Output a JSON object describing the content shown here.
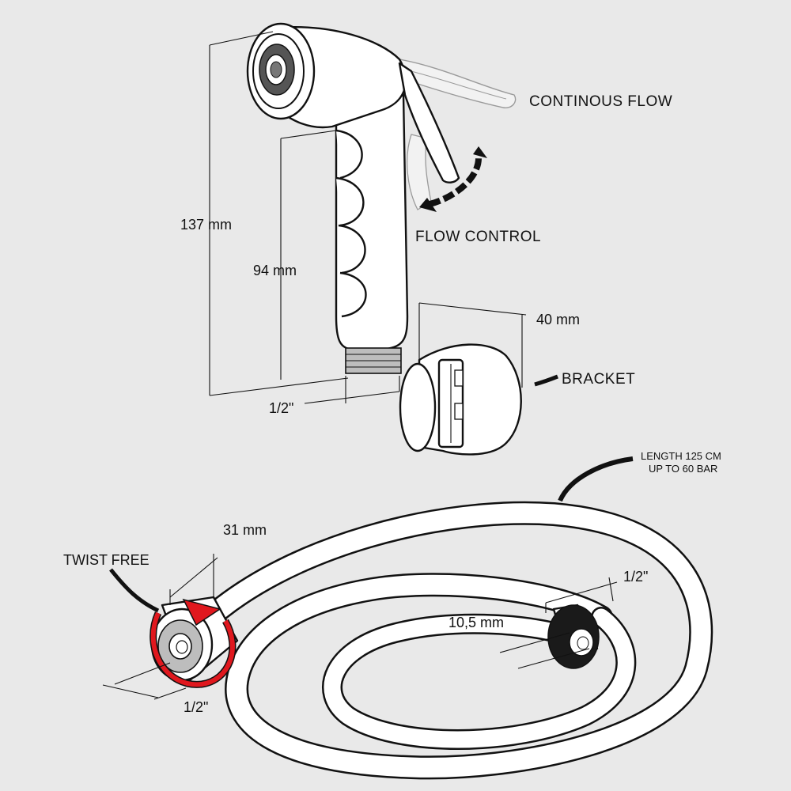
{
  "labels": {
    "continuous_flow": "CONTINOUS  FLOW",
    "flow_control": "FLOW  CONTROL",
    "height_total": "137 mm",
    "height_grip": "94 mm",
    "thread_handle": "1/2\"",
    "bracket_width": "40  mm",
    "bracket": "BRACKET",
    "hose_spec_line1": "LENGTH 125 CM",
    "hose_spec_line2": "UP TO 60 BAR",
    "twist_free": "TWIST FREE",
    "nut_length": "31  mm",
    "thread_hose_left": "1/2\"",
    "thread_hose_right": "1/2\"",
    "cone_diameter": "10,5 mm"
  },
  "colors": {
    "background": "#e9e9e9",
    "line": "#111111",
    "twist_arrow": "#e0181e",
    "lever_ghost": "#9a9a9a"
  }
}
